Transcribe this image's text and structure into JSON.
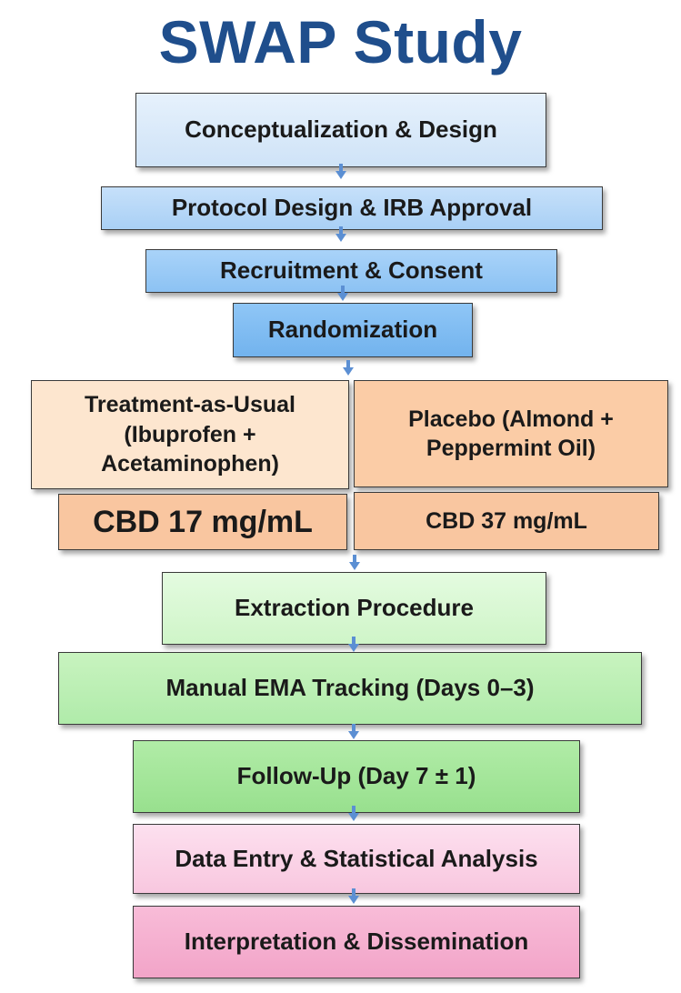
{
  "title": "SWAP Study",
  "steps": {
    "conceptualization": "Conceptualization & Design",
    "protocol": "Protocol Design & IRB Approval",
    "recruitment": "Recruitment & Consent",
    "randomization": "Randomization",
    "treatment_as_usual_line1": "Treatment-as-Usual",
    "treatment_as_usual_line2": "(Ibuprofen +",
    "treatment_as_usual_line3": "Acetaminophen)",
    "placebo_line1": "Placebo (Almond +",
    "placebo_line2": "Peppermint Oil)",
    "cbd17": "CBD 17 mg/mL",
    "cbd37": "CBD 37 mg/mL",
    "extraction": "Extraction Procedure",
    "ema_tracking": "Manual EMA Tracking (Days 0–3)",
    "follow_up": "Follow-Up (Day 7 ± 1)",
    "data_entry": "Data Entry & Statistical Analysis",
    "interpretation": "Interpretation & Dissemination"
  },
  "colors": {
    "title": "#1f4e8c",
    "arrow": "#5b8fd3",
    "blue": "#a9d0f5",
    "peach": "#fbcca6",
    "green": "#b0ebaa",
    "pink": "#f2a4c8"
  }
}
